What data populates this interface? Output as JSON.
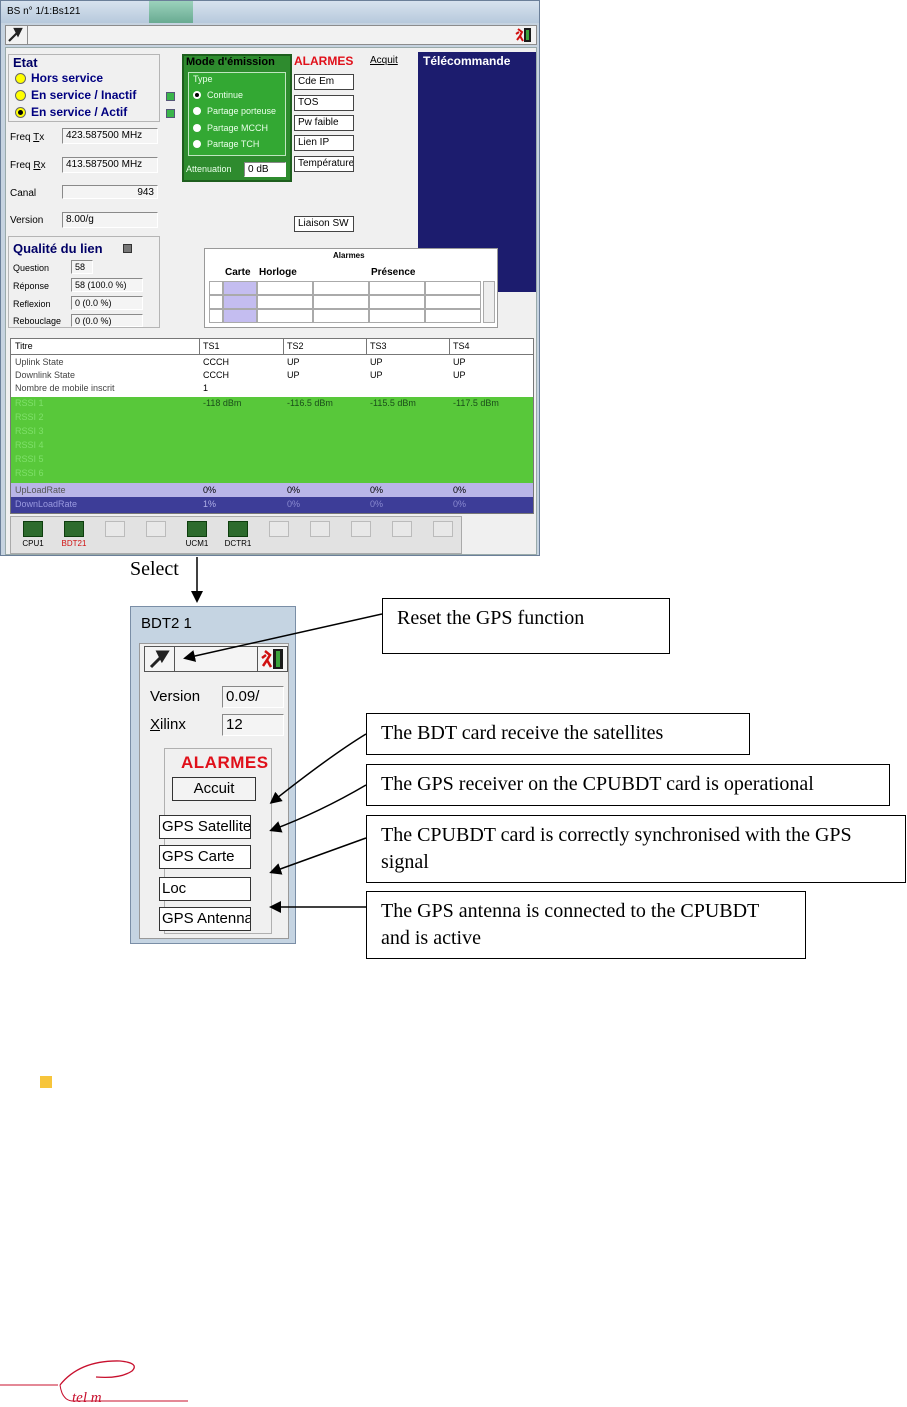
{
  "main_window": {
    "title": "BS n° 1/1:Bs121",
    "etat": {
      "title": "Etat",
      "options": [
        "Hors service",
        "En service / Inactif",
        "En service / Actif"
      ],
      "selected_index": 2
    },
    "fields": [
      {
        "label_prefix": "Freq ",
        "label_underlined": "T",
        "label_suffix": "x",
        "value": "423.587500 MHz"
      },
      {
        "label_prefix": "Freq ",
        "label_underlined": "R",
        "label_suffix": "x",
        "value": "413.587500 MHz"
      },
      {
        "label": "Canal",
        "value": "943"
      },
      {
        "label": "Version",
        "value": "8.00/g"
      }
    ],
    "mode_emission": {
      "title": "Mode d'émission",
      "type_label": "Type",
      "options": [
        "Continue",
        "Partage porteuse",
        "Partage MCCH",
        "Partage TCH"
      ],
      "selected_index": 0,
      "attenuation_label": "Attenuation",
      "attenuation_value": "0  dB"
    },
    "alarmes": {
      "title": "ALARMES",
      "acquit": "Acquit",
      "buttons": [
        "Cde Em",
        "TOS",
        "Pw faible",
        "Lien IP",
        "Température"
      ],
      "liaison": "Liaison SW"
    },
    "telecommande": "Télécommande",
    "qualite": {
      "title": "Qualité du lien",
      "rows": [
        {
          "label": "Question",
          "value": "58"
        },
        {
          "label": "Réponse",
          "value": "58 (100.0 %)"
        },
        {
          "label": "Reflexion",
          "value": "0 (0.0 %)"
        },
        {
          "label": "Rebouclage",
          "value": "0 (0.0 %)"
        }
      ]
    },
    "alarms_table": {
      "title": "Alarmes",
      "headers": [
        "Carte",
        "Horloge",
        "Présence"
      ]
    },
    "ts_table": {
      "headers": [
        "Titre",
        "TS1",
        "TS2",
        "TS3",
        "TS4"
      ],
      "rows": [
        {
          "title": "Uplink State",
          "values": [
            "CCCH",
            "UP",
            "UP",
            "UP"
          ]
        },
        {
          "title": "Downlink State",
          "values": [
            "CCCH",
            "UP",
            "UP",
            "UP"
          ]
        },
        {
          "title": "Nombre de mobile inscrit",
          "values": [
            "1",
            "",
            "",
            ""
          ]
        },
        {
          "title": "RSSI 1",
          "values": [
            "-118 dBm",
            "-116.5 dBm",
            "-115.5 dBm",
            "-117.5 dBm"
          ]
        },
        {
          "title": "RSSI 2",
          "values": [
            "",
            "",
            "",
            ""
          ]
        },
        {
          "title": "RSSI 3",
          "values": [
            "",
            "",
            "",
            ""
          ]
        },
        {
          "title": "RSSI 4",
          "values": [
            "",
            "",
            "",
            ""
          ]
        },
        {
          "title": "RSSI 5",
          "values": [
            "",
            "",
            "",
            ""
          ]
        },
        {
          "title": "RSSI 6",
          "values": [
            "",
            "",
            "",
            ""
          ]
        },
        {
          "title": "UpLoadRate",
          "values": [
            "0%",
            "0%",
            "0%",
            "0%"
          ]
        },
        {
          "title": "DownLoadRate",
          "values": [
            "1%",
            "0%",
            "0%",
            "0%"
          ]
        }
      ]
    },
    "cards": [
      {
        "label": "CPU1",
        "active": true
      },
      {
        "label": "BDT21",
        "active": true
      },
      {
        "label": "",
        "active": false
      },
      {
        "label": "",
        "active": false
      },
      {
        "label": "UCM1",
        "active": true
      },
      {
        "label": "DCTR1",
        "active": true
      },
      {
        "label": "",
        "active": false
      },
      {
        "label": "",
        "active": false
      },
      {
        "label": "",
        "active": false
      },
      {
        "label": "",
        "active": false
      },
      {
        "label": "",
        "active": false
      }
    ]
  },
  "select_label": "Select",
  "bdt_panel": {
    "title": "BDT2 1",
    "version_label": "Version",
    "version_value": "0.09/",
    "xilinx_label_underlined": "X",
    "xilinx_label_rest": "ilinx",
    "xilinx_value": "12",
    "alarmes_title": "ALARMES",
    "acquit": "Accuit",
    "buttons": [
      "GPS Satellite",
      "GPS Carte",
      "Loc",
      "GPS Antenna"
    ]
  },
  "callouts": {
    "reset": "Reset the GPS function",
    "satellites": "The BDT card receive the satellites",
    "receiver": "The GPS receiver on the CPUBDT card is operational",
    "sync": "The CPUBDT card is correctly synchronised with the GPS signal",
    "antenna": "The GPS antenna is connected to the CPUBDT and is active"
  },
  "logo_text": "tel m",
  "colors": {
    "alarm_red": "#e0101a",
    "navy": "#1c1c6e",
    "rssi_green": "#58c83a",
    "bullet": "#f7c53b",
    "logo_red": "#c8102e"
  }
}
